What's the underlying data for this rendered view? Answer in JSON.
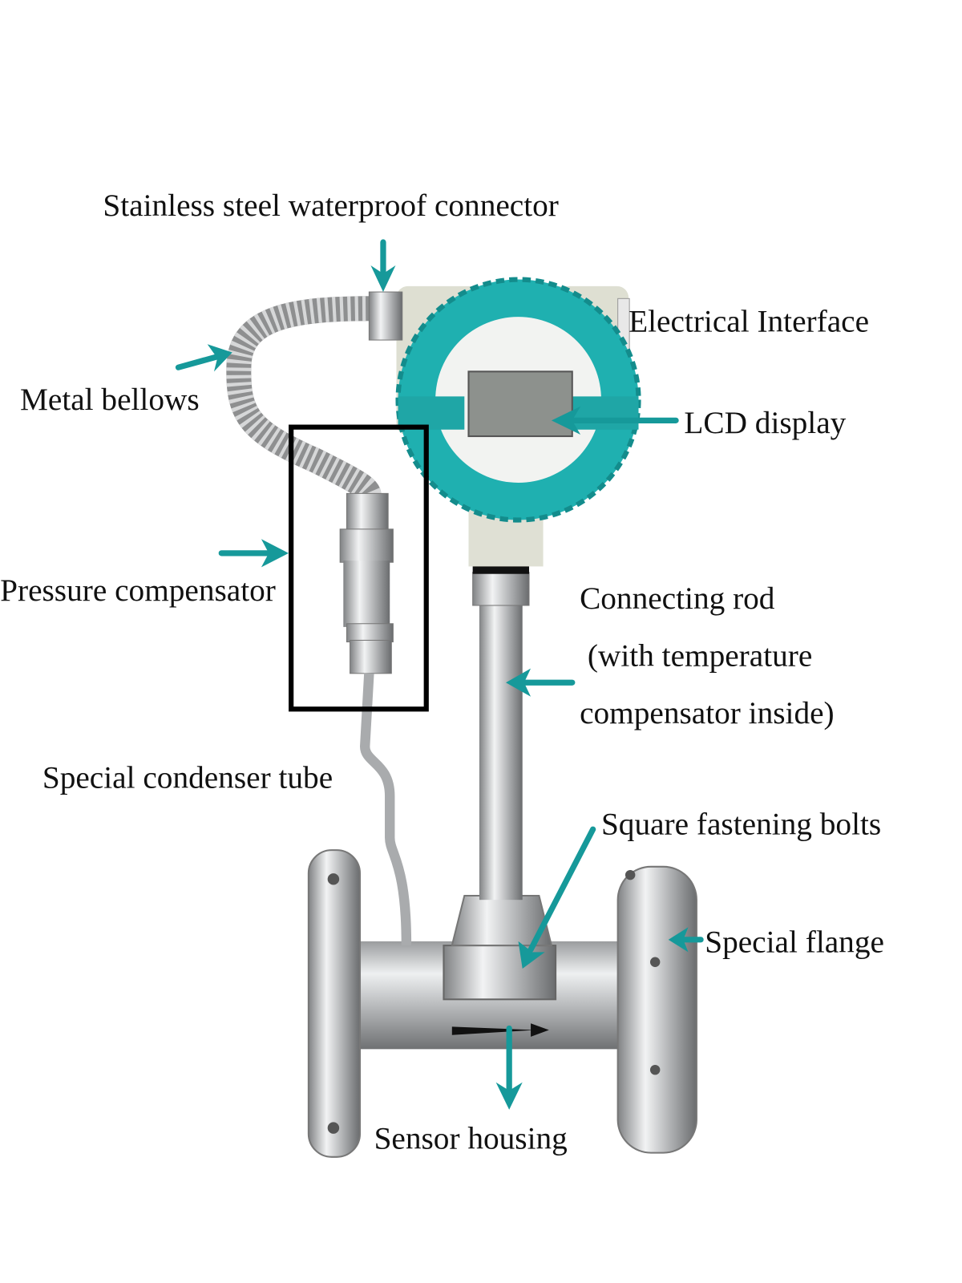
{
  "labels": {
    "connector": "Stainless steel waterproof connector",
    "electrical_interface": "Electrical Interface",
    "metal_bellows": "Metal bellows",
    "lcd_display": "LCD display",
    "pressure_compensator": "Pressure compensator",
    "connecting_rod_1": "Connecting rod",
    "connecting_rod_2": " (with temperature",
    "connecting_rod_3": "compensator inside)",
    "condenser_tube": "Special condenser tube",
    "fastening_bolts": "Square fastening bolts",
    "special_flange": "Special flange",
    "sensor_housing": "Sensor housing"
  },
  "colors": {
    "accent_arrow": "#16999a",
    "housing_teal": "#1fb0b0",
    "highlight_box": "#000000"
  }
}
